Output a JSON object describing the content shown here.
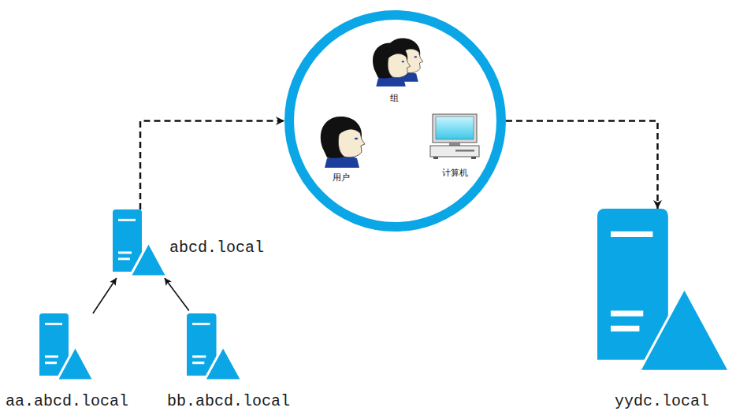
{
  "diagram": {
    "nodes": [
      {
        "text": []
      },
      {
        "text": [
          "组"
        ],
        "in": 0
      },
      {
        "text": [
          "用户"
        ],
        "in": 0
      },
      {
        "text": [
          "计算机"
        ],
        "in": 0
      },
      {
        "text": [
          "abcd.local"
        ]
      },
      {
        "text": [
          "aa.abcd.local"
        ]
      },
      {
        "text": [
          "bb.abcd.local"
        ]
      },
      {
        "text": [
          "yydc.local"
        ]
      }
    ],
    "edges": [
      {
        "from": 5,
        "to": 4,
        "arrow": "to"
      },
      {
        "from": 6,
        "to": 4,
        "arrow": "to"
      },
      {
        "from": 4,
        "to": 0,
        "arrow": "to"
      },
      {
        "from": 0,
        "to": 7,
        "arrow": "to"
      }
    ]
  }
}
